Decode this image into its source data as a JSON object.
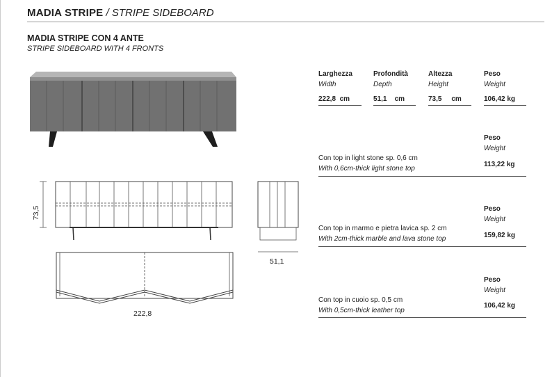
{
  "header": {
    "title_bold": "MADIA STRIPE",
    "title_italic": "/ STRIPE SIDEBOARD"
  },
  "product": {
    "name": "MADIA STRIPE CON 4 ANTE",
    "name_en": "STRIPE SIDEBOARD WITH 4 FRONTS"
  },
  "specs": [
    {
      "label": "Larghezza",
      "label_en": "Width",
      "value": "222,8  cm"
    },
    {
      "label": "Profondità",
      "label_en": "Depth",
      "value": "51,1    cm"
    },
    {
      "label": "Altezza",
      "label_en": "Height",
      "value": "73,5     cm"
    },
    {
      "label": "Peso",
      "label_en": "Weight",
      "value": "106,42 kg"
    }
  ],
  "options": [
    {
      "desc": "Con top in light stone sp. 0,6 cm",
      "desc_en": "With 0,6cm-thick light stone top",
      "weight_label": "Peso",
      "weight_label_en": "Weight",
      "weight": "113,22 kg"
    },
    {
      "desc": "Con top in marmo e pietra lavica sp. 2 cm",
      "desc_en": "With 2cm-thick marble and lava stone top",
      "weight_label": "Peso",
      "weight_label_en": "Weight",
      "weight": "159,82 kg"
    },
    {
      "desc": "Con top in cuoio sp. 0,5 cm",
      "desc_en": "With 0,5cm-thick leather top",
      "weight_label": "Peso",
      "weight_label_en": "Weight",
      "weight": "106,42 kg"
    }
  ],
  "drawing": {
    "height_label": "73,5",
    "depth_label": "51,1",
    "width_label": "222,8"
  },
  "colors": {
    "body": "#6f6f6f",
    "top": "#a8a8a8",
    "legs": "#2a2a2a",
    "line": "#555555"
  }
}
